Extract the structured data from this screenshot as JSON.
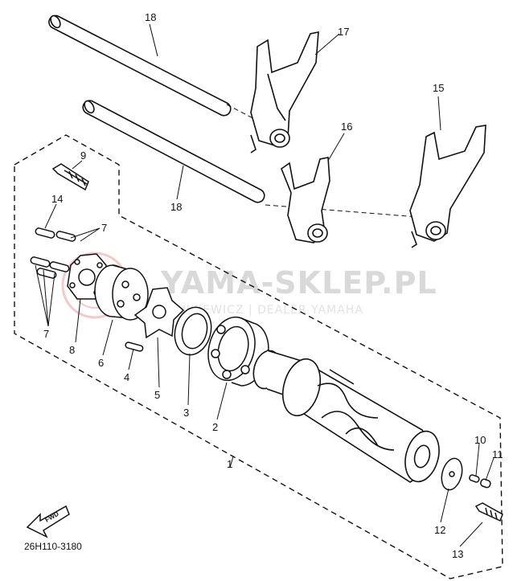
{
  "diagram": {
    "part_code": "26H110-3180",
    "fwd_label": "FWD",
    "watermark": {
      "brand": "YAMA-SKLEP.PL",
      "dealer": "BUJKIEWICZ | DEALER YAMAHA"
    },
    "callouts": [
      "1",
      "2",
      "3",
      "4",
      "5",
      "6",
      "7",
      "8",
      "9",
      "10",
      "11",
      "12",
      "13",
      "14",
      "15",
      "16",
      "17",
      "18"
    ],
    "colors": {
      "line": "#111111",
      "watermark": "#d9d9d9",
      "stamp": "#e8a0a0"
    }
  }
}
